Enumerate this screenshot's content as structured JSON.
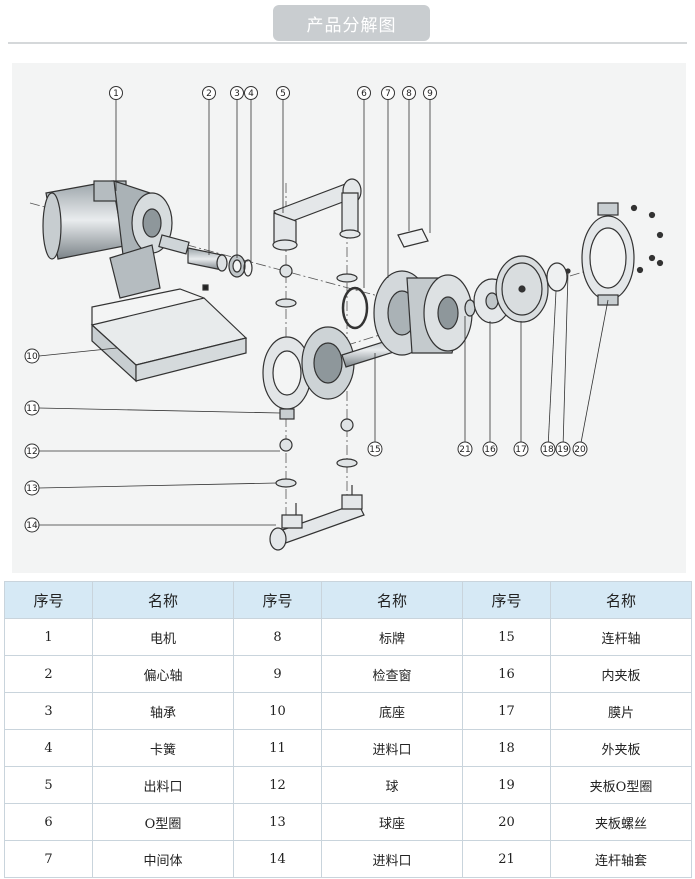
{
  "header": {
    "title": "产品分解图"
  },
  "diagram": {
    "callouts": [
      "1",
      "2",
      "3",
      "4",
      "5",
      "6",
      "7",
      "8",
      "9",
      "10",
      "11",
      "12",
      "13",
      "14",
      "15",
      "16",
      "17",
      "18",
      "19",
      "20",
      "21"
    ]
  },
  "table": {
    "headers": [
      "序号",
      "名称",
      "序号",
      "名称",
      "序号",
      "名称"
    ],
    "rows": [
      [
        "1",
        "电机",
        "8",
        "标牌",
        "15",
        "连杆轴"
      ],
      [
        "2",
        "偏心轴",
        "9",
        "检查窗",
        "16",
        "内夹板"
      ],
      [
        "3",
        "轴承",
        "10",
        "底座",
        "17",
        "膜片"
      ],
      [
        "4",
        "卡簧",
        "11",
        "进料口",
        "18",
        "外夹板"
      ],
      [
        "5",
        "出料口",
        "12",
        "球",
        "19",
        "夹板O型圈"
      ],
      [
        "6",
        "O型圈",
        "13",
        "球座",
        "20",
        "夹板螺丝"
      ],
      [
        "7",
        "中间体",
        "14",
        "进料口",
        "21",
        "连杆轴套"
      ]
    ]
  },
  "colors": {
    "header_bg": "#d6e9f5",
    "title_bg": "#c9cdd0",
    "diagram_bg": "#f3f4f4"
  }
}
